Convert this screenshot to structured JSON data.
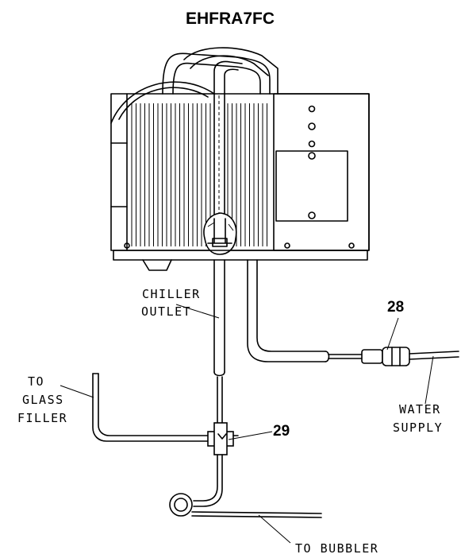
{
  "title": "EHFRA7FC",
  "labels": {
    "chiller_outlet_1": "CHILLER",
    "chiller_outlet_2": "OUTLET",
    "glass_filler_1": "TO",
    "glass_filler_2": "GLASS",
    "glass_filler_3": "FILLER",
    "water_supply_1": "WATER",
    "water_supply_2": "SUPPLY",
    "bubbler": "TO BUBBLER"
  },
  "callouts": {
    "fitting_28": "28",
    "tee_29": "29"
  }
}
